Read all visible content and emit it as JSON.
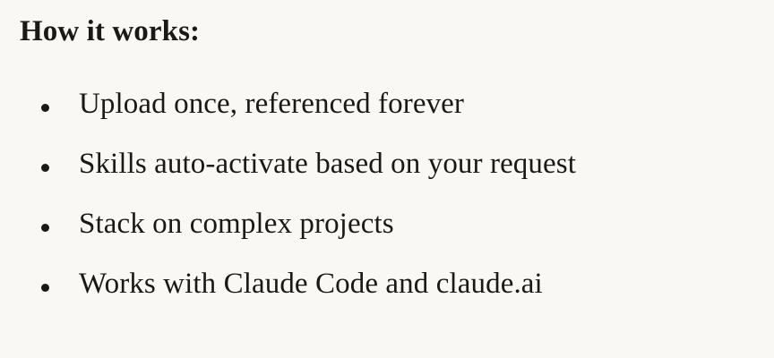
{
  "section": {
    "heading": "How it works:",
    "items": [
      {
        "text": "Upload once, referenced forever"
      },
      {
        "text": "Skills auto-activate based on your request"
      },
      {
        "text": "Stack on complex projects"
      },
      {
        "text": "Works with Claude Code and claude.ai"
      }
    ]
  },
  "colors": {
    "background": "#faf8f4",
    "text": "#1b1917"
  }
}
